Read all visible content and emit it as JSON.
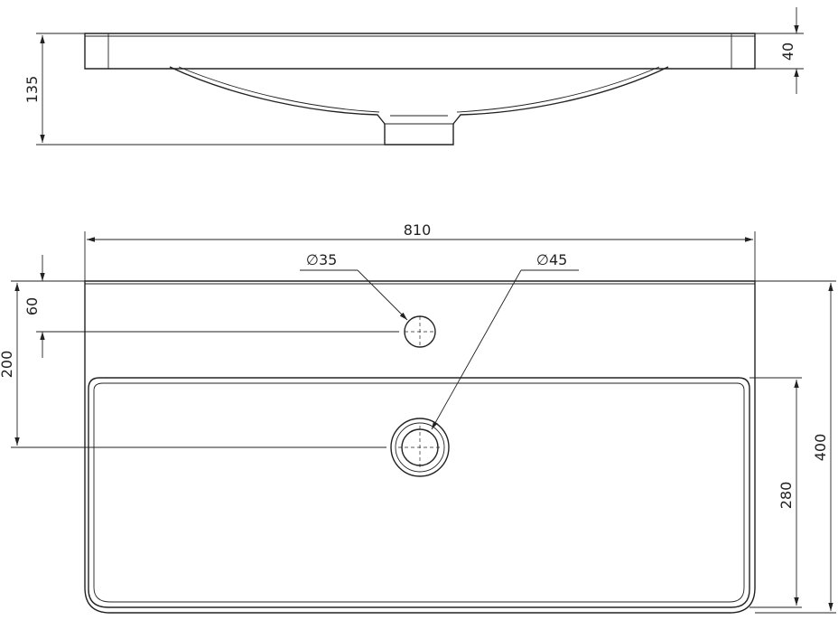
{
  "dimensions": {
    "overall_height": "135",
    "rim_thickness": "40",
    "width": "810",
    "tap_hole_offset": "60",
    "drain_offset": "200",
    "basin_depth": "280",
    "total_depth": "400"
  },
  "callouts": {
    "tap_hole": {
      "symbol": "∅",
      "value": "35"
    },
    "drain": {
      "symbol": "∅",
      "value": "45"
    }
  }
}
